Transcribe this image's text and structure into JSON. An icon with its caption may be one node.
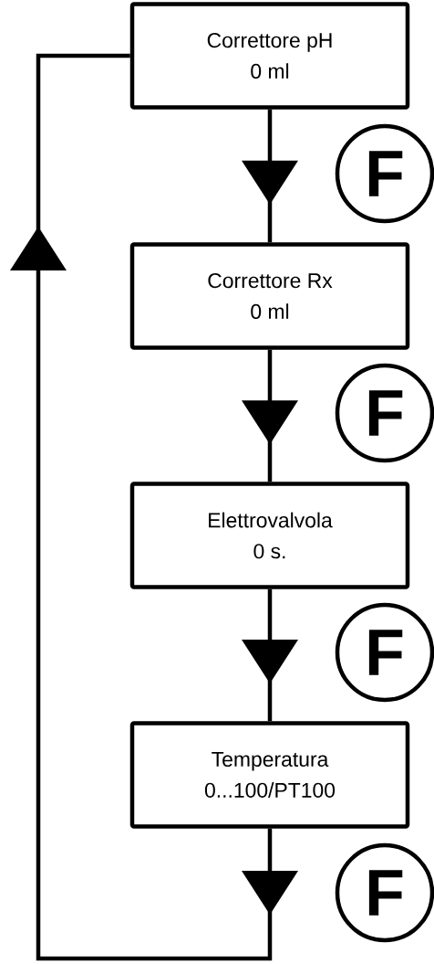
{
  "diagram": {
    "nodes": [
      {
        "text": [
          "Correttore pH",
          "0 ml"
        ]
      },
      {
        "text": [
          "Correttore Rx",
          "0 ml"
        ]
      },
      {
        "text": [
          "Elettrovalvola",
          "0 s."
        ]
      },
      {
        "text": [
          "Temperatura",
          "0...100/PT100"
        ]
      },
      {
        "text": [
          "F"
        ]
      },
      {
        "text": [
          "F"
        ]
      },
      {
        "text": [
          "F"
        ]
      },
      {
        "text": [
          "F"
        ]
      }
    ],
    "edges": [
      {
        "from": 0,
        "to": 1,
        "arrow": "to"
      },
      {
        "from": 1,
        "to": 2,
        "arrow": "to"
      },
      {
        "from": 2,
        "to": 3,
        "arrow": "to"
      },
      {
        "from": 3,
        "to": 0,
        "arrow": "to"
      }
    ]
  }
}
